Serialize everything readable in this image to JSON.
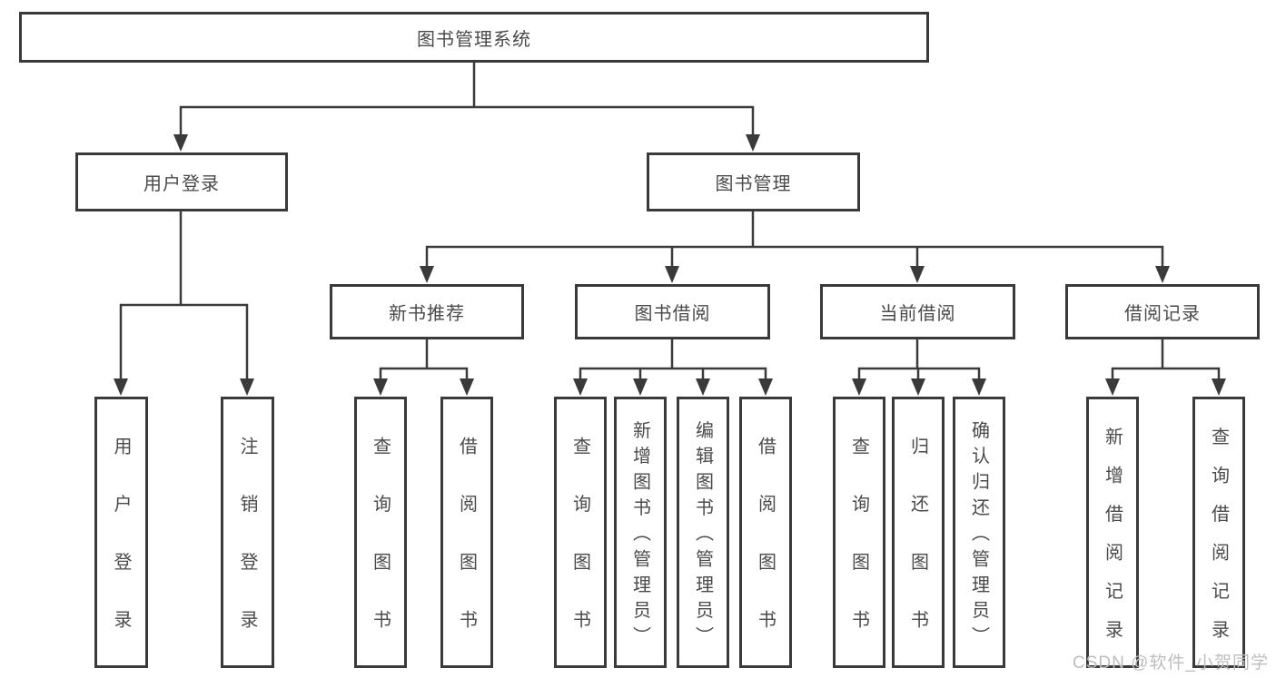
{
  "diagram_title": "图书管理系统",
  "nodes": {
    "system": {
      "label": "图书管理系统"
    },
    "user_login": {
      "label": "用户登录"
    },
    "book_management": {
      "label": "图书管理"
    },
    "new_book_recommend": {
      "label": "新书推荐"
    },
    "book_borrowing": {
      "label": "图书借阅"
    },
    "current_borrowing": {
      "label": "当前借阅"
    },
    "borrow_records": {
      "label": "借阅记录"
    },
    "leaf_user_login": {
      "label": "用户登录"
    },
    "leaf_logout": {
      "label": "注销登录"
    },
    "leaf_query_books_recommend": {
      "label": "查询图书"
    },
    "leaf_borrow_books_recommend": {
      "label": "借阅图书"
    },
    "leaf_query_books_borrowing": {
      "label": "查询图书"
    },
    "leaf_add_book_admin": {
      "label": "新增图书（管理员）"
    },
    "leaf_edit_book_admin": {
      "label": "编辑图书（管理员）"
    },
    "leaf_borrow_books_borrowing": {
      "label": "借阅图书"
    },
    "leaf_query_books_current": {
      "label": "查询图书"
    },
    "leaf_return_book": {
      "label": "归还图书"
    },
    "leaf_confirm_return_admin": {
      "label": "确认归还（管理员）"
    },
    "leaf_add_borrow_record": {
      "label": "新增借阅记录"
    },
    "leaf_query_borrow_record": {
      "label": "查询借阅记录"
    }
  },
  "hierarchy": {
    "root": "图书管理系统",
    "children": [
      {
        "label": "用户登录",
        "children": [
          "用户登录",
          "注销登录"
        ]
      },
      {
        "label": "图书管理",
        "children": [
          {
            "label": "新书推荐",
            "children": [
              "查询图书",
              "借阅图书"
            ]
          },
          {
            "label": "图书借阅",
            "children": [
              "查询图书",
              "新增图书（管理员）",
              "编辑图书（管理员）",
              "借阅图书"
            ]
          },
          {
            "label": "当前借阅",
            "children": [
              "查询图书",
              "归还图书",
              "确认归还（管理员）"
            ]
          },
          {
            "label": "借阅记录",
            "children": [
              "新增借阅记录",
              "查询借阅记录"
            ]
          }
        ]
      }
    ]
  },
  "watermark": {
    "text": "CSDN @软件_小贺同学"
  },
  "colors": {
    "line": "#3a3a3a",
    "text": "#4a4a4a",
    "watermark": "#bdbdbd",
    "background": "#ffffff"
  }
}
